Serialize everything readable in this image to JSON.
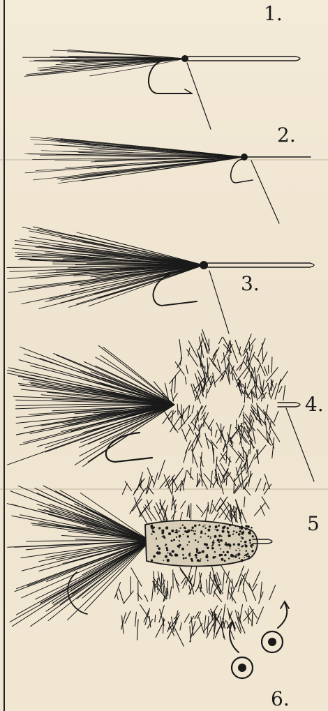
{
  "labels": {
    "fly1": "1.",
    "fly2": "2.",
    "fly3": "3.",
    "fly4": "4.",
    "fly5": "5",
    "fly6": "6."
  },
  "colors": {
    "paper": "#f1e7d3",
    "ink": "#1a1a1a"
  }
}
